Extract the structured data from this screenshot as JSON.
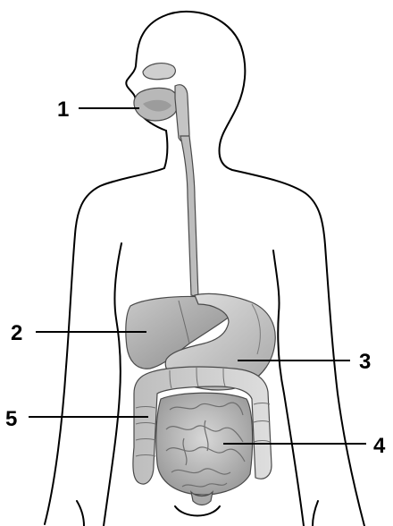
{
  "labels": [
    {
      "id": "1",
      "text": "1"
    },
    {
      "id": "2",
      "text": "2"
    },
    {
      "id": "3",
      "text": "3"
    },
    {
      "id": "4",
      "text": "4"
    },
    {
      "id": "5",
      "text": "5"
    }
  ],
  "colors": {
    "outline": "#000000",
    "organ_light": "#d6d6d6",
    "organ_mid": "#b5b5b5",
    "organ_dark": "#8f8f8f",
    "stroke_organ": "#4a4a4a",
    "background": "#ffffff"
  }
}
